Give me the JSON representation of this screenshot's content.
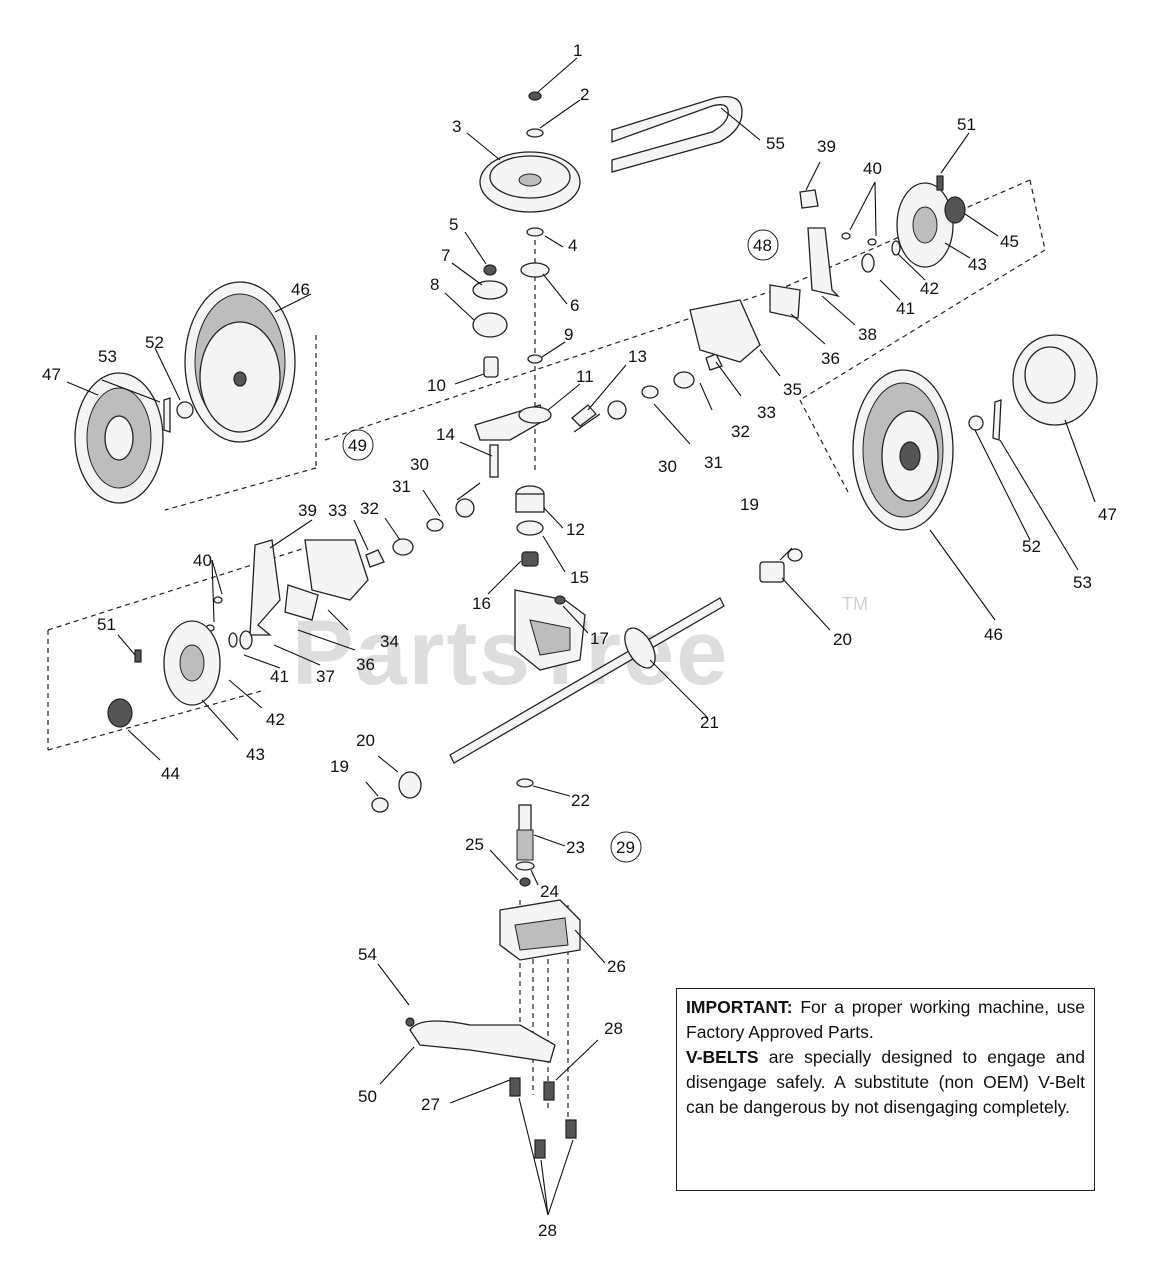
{
  "watermark": {
    "text": "PartsTree",
    "tm": "TM"
  },
  "notice": {
    "important_label": "IMPORTANT:",
    "important_text": " For a proper working machine, use Factory Approved Parts.",
    "vbelts_label": "V-BELTS",
    "vbelts_text": " are specially designed to engage and disengage safely.  A substitute (non OEM) V-Belt can be dangerous by not disengaging completely."
  },
  "callouts": {
    "c1": "1",
    "c2": "2",
    "c3": "3",
    "c4": "4",
    "c5": "5",
    "c6": "6",
    "c7": "7",
    "c8": "8",
    "c9": "9",
    "c10": "10",
    "c11": "11",
    "c12": "12",
    "c13": "13",
    "c14": "14",
    "c15": "15",
    "c16": "16",
    "c17": "17",
    "c19": "19",
    "c20": "20",
    "c21": "21",
    "c22": "22",
    "c23": "23",
    "c24": "24",
    "c25": "25",
    "c26": "26",
    "c27": "27",
    "c28": "28",
    "c29": "29",
    "c30": "30",
    "c31": "31",
    "c32": "32",
    "c33": "33",
    "c34": "34",
    "c35": "35",
    "c36": "36",
    "c37": "37",
    "c38": "38",
    "c39": "39",
    "c40": "40",
    "c41": "41",
    "c42": "42",
    "c43": "43",
    "c44": "44",
    "c45": "45",
    "c46": "46",
    "c47": "47",
    "c48": "48",
    "c49": "49",
    "c50": "50",
    "c51": "51",
    "c52": "52",
    "c53": "53",
    "c54": "54",
    "c55": "55"
  }
}
